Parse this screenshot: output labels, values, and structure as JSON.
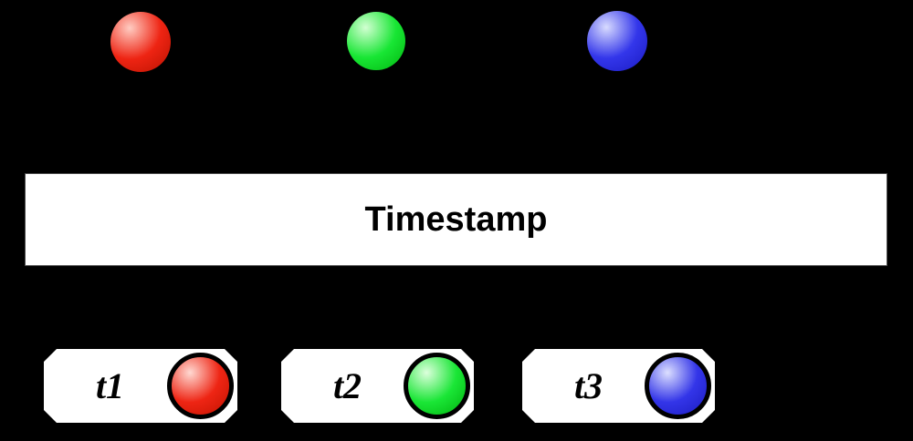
{
  "diagram": {
    "background_color": "#000000",
    "top_spheres": [
      {
        "name": "red-sphere",
        "color_highlight": "#ffccc2",
        "color_base": "#ee2413",
        "color_edge": "#ba1200"
      },
      {
        "name": "green-sphere",
        "color_highlight": "#d2ffd2",
        "color_base": "#18e634",
        "color_edge": "#00b60e"
      },
      {
        "name": "blue-sphere",
        "color_highlight": "#d8dbff",
        "color_base": "#3336ea",
        "color_edge": "#1a1ac2"
      }
    ],
    "timestamp_bar": {
      "label": "Timestamp",
      "background": "#ffffff",
      "border_color": "#4a4a4a",
      "text_color": "#000000"
    },
    "timestamp_boxes": [
      {
        "label": "t1",
        "sphere": {
          "name": "red-sphere",
          "ring_color": "#000000",
          "color_highlight": "#ffd9d2",
          "color_base": "#ee2514",
          "color_edge": "#c21300"
        }
      },
      {
        "label": "t2",
        "sphere": {
          "name": "green-sphere",
          "ring_color": "#000000",
          "color_highlight": "#dcffdc",
          "color_base": "#1ae636",
          "color_edge": "#00b20d"
        }
      },
      {
        "label": "t3",
        "sphere": {
          "name": "blue-sphere",
          "ring_color": "#000000",
          "color_highlight": "#dcdfff",
          "color_base": "#3335e8",
          "color_edge": "#1c1cc0"
        }
      }
    ]
  }
}
